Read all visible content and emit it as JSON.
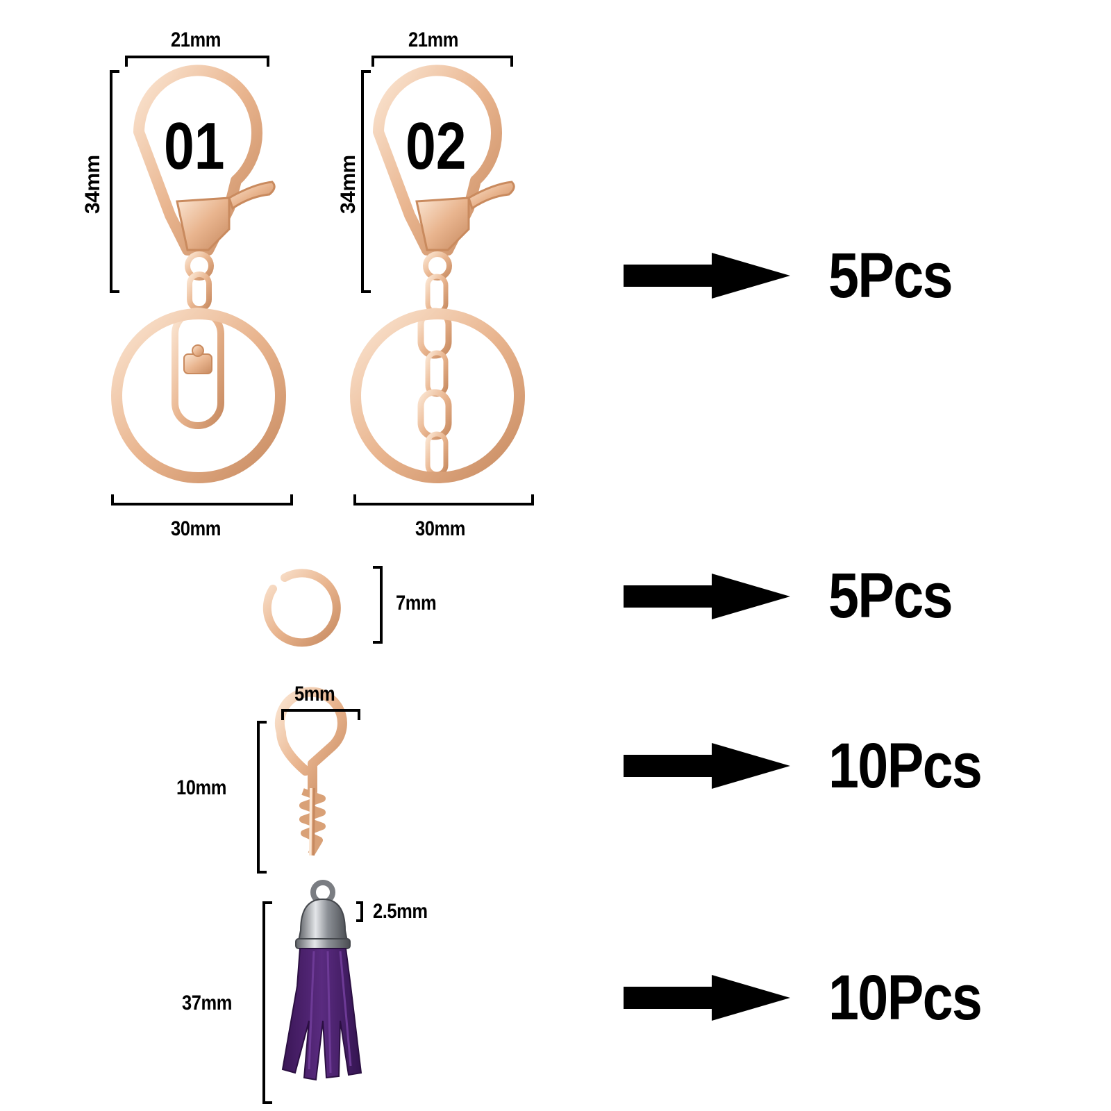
{
  "colors": {
    "gold_light": "#f7dcc4",
    "gold_mid": "#e8b48c",
    "gold_dark": "#c98a5e",
    "tassel_purple": "#4a1f6b",
    "cap_silver": "#8a8d92",
    "ink": "#000000"
  },
  "items": [
    {
      "name": "lobster-clasp-keyring-swivel",
      "badge": "01",
      "width_label": "21mm",
      "height_label": "34mm",
      "ring_label": "30mm",
      "icon": "keyring-swivel-icon"
    },
    {
      "name": "lobster-clasp-keyring-chain",
      "badge": "02",
      "width_label": "21mm",
      "height_label": "34mm",
      "ring_label": "30mm",
      "icon": "keyring-chain-icon"
    },
    {
      "name": "jump-ring",
      "size_label": "7mm",
      "icon": "jump-ring-icon"
    },
    {
      "name": "screw-eye-pin",
      "width_label": "5mm",
      "height_label": "10mm",
      "icon": "screw-eye-pin-icon"
    },
    {
      "name": "tassel",
      "loop_label": "2.5mm",
      "height_label": "37mm",
      "icon": "tassel-icon"
    }
  ],
  "quantities": [
    "5Pcs",
    "5Pcs",
    "10Pcs",
    "10Pcs"
  ]
}
